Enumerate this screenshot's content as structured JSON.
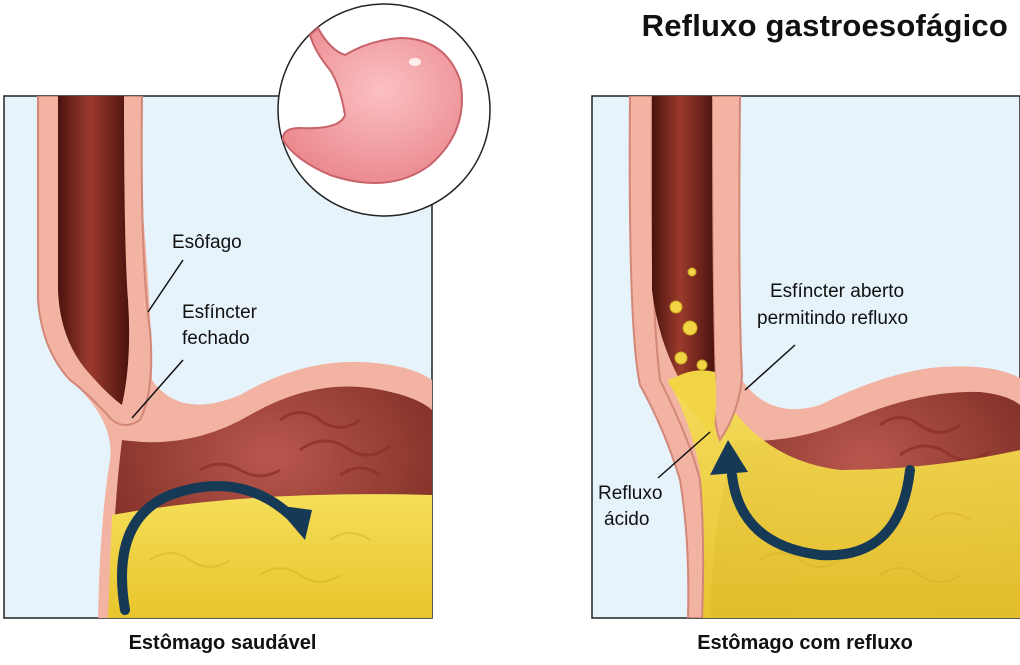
{
  "title": "Refluxo gastroesofágico",
  "labels": {
    "esophagus": "Esôfago",
    "closed_sphincter_line1": "Esfíncter",
    "closed_sphincter_line2": "fechado",
    "open_sphincter_line1": "Esfíncter aberto",
    "open_sphincter_line2": "permitindo refluxo",
    "acid_reflux_line1": "Refluxo",
    "acid_reflux_line2": "ácido"
  },
  "captions": {
    "healthy": "Estômago saudável",
    "reflux": "Estômago com refluxo"
  },
  "colors": {
    "background_panel": "#e6f3fb",
    "esophagus_wall": "#f2b3a3",
    "esophagus_lumen": "#7d2a1f",
    "stomach_lining": "#a8423a",
    "gastric_acid": "#f1d544",
    "arrow": "#163a56",
    "stomach_inset": "#f39ba0"
  }
}
